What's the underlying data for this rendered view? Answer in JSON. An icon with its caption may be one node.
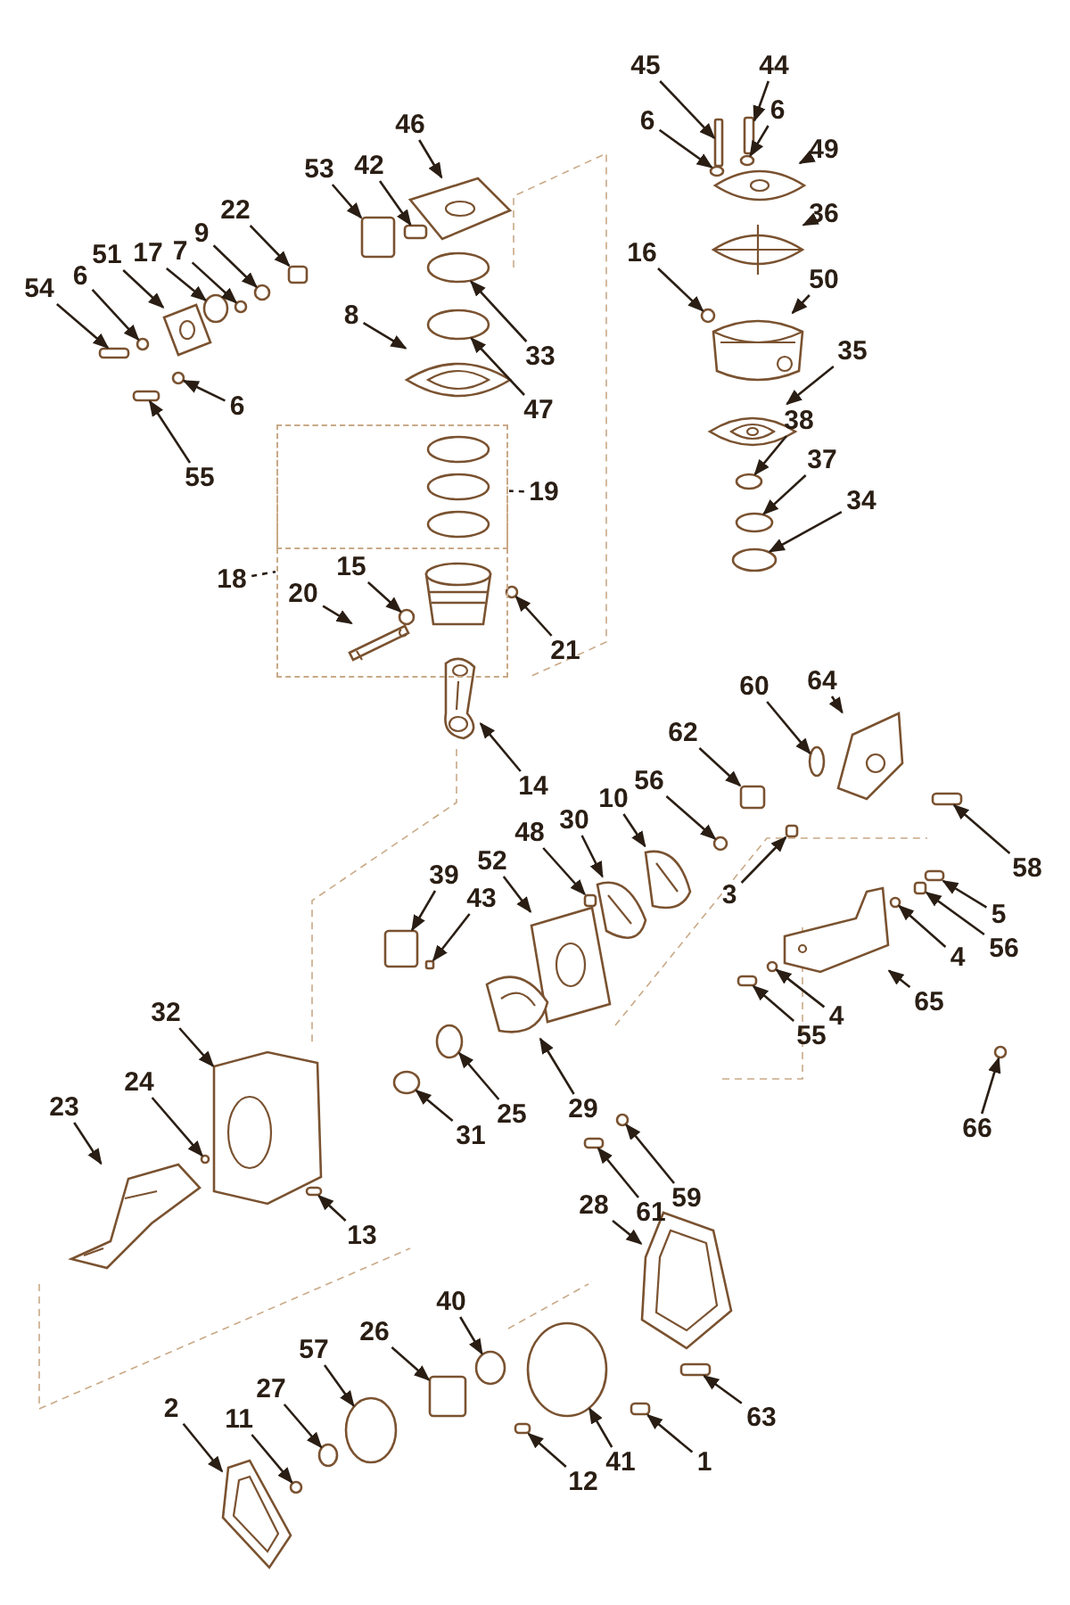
{
  "diagram": {
    "nodes": [
      {
        "text": [
          "45"
        ]
      },
      {
        "text": [
          "44"
        ]
      },
      {
        "text": [
          "6"
        ]
      },
      {
        "text": [
          "6"
        ]
      },
      {
        "text": [
          "46"
        ]
      },
      {
        "text": [
          "49"
        ]
      },
      {
        "text": [
          "53"
        ]
      },
      {
        "text": [
          "42"
        ]
      },
      {
        "text": [
          "36"
        ]
      },
      {
        "text": [
          "22"
        ]
      },
      {
        "text": [
          "9"
        ]
      },
      {
        "text": [
          "16"
        ]
      },
      {
        "text": [
          "7"
        ]
      },
      {
        "text": [
          "17"
        ]
      },
      {
        "text": [
          "51"
        ]
      },
      {
        "text": [
          "6"
        ]
      },
      {
        "text": [
          "54"
        ]
      },
      {
        "text": [
          "50"
        ]
      },
      {
        "text": [
          "8"
        ]
      },
      {
        "text": [
          "33"
        ]
      },
      {
        "text": [
          "35"
        ]
      },
      {
        "text": [
          "6"
        ]
      },
      {
        "text": [
          "47"
        ]
      },
      {
        "text": [
          "38"
        ]
      },
      {
        "text": [
          "37"
        ]
      },
      {
        "text": [
          "55"
        ]
      },
      {
        "text": [
          "19"
        ]
      },
      {
        "text": [
          "34"
        ]
      },
      {
        "text": [
          "15"
        ],
        "in": 98
      },
      {
        "text": [
          "18"
        ]
      },
      {
        "text": [
          "20"
        ],
        "in": 98
      },
      {
        "text": [
          "21"
        ]
      },
      {
        "text": [
          "60"
        ]
      },
      {
        "text": [
          "64"
        ]
      },
      {
        "text": [
          "62"
        ]
      },
      {
        "text": [
          "14"
        ]
      },
      {
        "text": [
          "56"
        ]
      },
      {
        "text": [
          "10"
        ]
      },
      {
        "text": [
          "30"
        ]
      },
      {
        "text": [
          "48"
        ]
      },
      {
        "text": [
          "52"
        ]
      },
      {
        "text": [
          "58"
        ]
      },
      {
        "text": [
          "39"
        ]
      },
      {
        "text": [
          "3"
        ]
      },
      {
        "text": [
          "43"
        ]
      },
      {
        "text": [
          "5"
        ]
      },
      {
        "text": [
          "56"
        ]
      },
      {
        "text": [
          "4"
        ]
      },
      {
        "text": [
          "65"
        ]
      },
      {
        "text": [
          "32"
        ]
      },
      {
        "text": [
          "4"
        ]
      },
      {
        "text": [
          "55"
        ]
      },
      {
        "text": [
          "24"
        ]
      },
      {
        "text": [
          "23"
        ]
      },
      {
        "text": [
          "29"
        ]
      },
      {
        "text": [
          "25"
        ]
      },
      {
        "text": [
          "31"
        ]
      },
      {
        "text": [
          "66"
        ]
      },
      {
        "text": [
          "59"
        ]
      },
      {
        "text": [
          "28"
        ]
      },
      {
        "text": [
          "61"
        ]
      },
      {
        "text": [
          "13"
        ]
      },
      {
        "text": [
          "40"
        ]
      },
      {
        "text": [
          "26"
        ]
      },
      {
        "text": [
          "57"
        ]
      },
      {
        "text": [
          "27"
        ]
      },
      {
        "text": [
          "2"
        ]
      },
      {
        "text": [
          "11"
        ]
      },
      {
        "text": [
          "63"
        ]
      },
      {
        "text": [
          "41"
        ]
      },
      {
        "text": [
          "1"
        ]
      },
      {
        "text": [
          "12"
        ]
      },
      {
        "text": [],
        "shape": "box"
      },
      {
        "text": [],
        "shape": "box"
      },
      {
        "text": [],
        "shape": "circle"
      },
      {
        "text": [],
        "shape": "circle"
      },
      {
        "text": [],
        "shape": "picture"
      },
      {
        "text": [],
        "shape": "picture"
      },
      {
        "text": [],
        "shape": "box"
      },
      {
        "text": [],
        "shape": "box"
      },
      {
        "text": [],
        "shape": "picture"
      },
      {
        "text": [],
        "shape": "box"
      },
      {
        "text": [],
        "shape": "circle"
      },
      {
        "text": [],
        "shape": "circle"
      },
      {
        "text": [],
        "shape": "circle"
      },
      {
        "text": [],
        "shape": "circle"
      },
      {
        "text": [],
        "shape": "picture"
      },
      {
        "text": [],
        "shape": "circle"
      },
      {
        "text": [],
        "shape": "box"
      },
      {
        "text": [],
        "shape": "picture"
      },
      {
        "text": [],
        "shape": "picture"
      },
      {
        "text": [],
        "shape": "circle"
      },
      {
        "text": [],
        "shape": "picture"
      },
      {
        "text": [],
        "shape": "circle"
      },
      {
        "text": [],
        "shape": "circle"
      },
      {
        "text": [],
        "shape": "circle"
      },
      {
        "text": [],
        "shape": "circle"
      },
      {
        "text": [],
        "shape": "box"
      },
      {
        "text": [],
        "shape": "box"
      },
      {
        "text": [],
        "shape": "circle"
      },
      {
        "text": [],
        "shape": "circle",
        "in": 98
      },
      {
        "text": [],
        "shape": "box",
        "in": 98
      },
      {
        "text": [],
        "shape": "picture",
        "in": 98
      },
      {
        "text": [],
        "shape": "circle"
      },
      {
        "text": [],
        "shape": "circle"
      },
      {
        "text": [],
        "shape": "picture"
      },
      {
        "text": [],
        "shape": "box"
      },
      {
        "text": [],
        "shape": "picture"
      },
      {
        "text": [],
        "shape": "circle"
      },
      {
        "text": [],
        "shape": "picture"
      },
      {
        "text": [],
        "shape": "picture"
      },
      {
        "text": [],
        "shape": "box"
      },
      {
        "text": [],
        "shape": "picture"
      },
      {
        "text": [],
        "shape": "box"
      },
      {
        "text": [],
        "shape": "box"
      },
      {
        "text": [],
        "shape": "box"
      },
      {
        "text": [],
        "shape": "box"
      },
      {
        "text": [],
        "shape": "box"
      },
      {
        "text": [],
        "shape": "box"
      },
      {
        "text": [],
        "shape": "circle"
      },
      {
        "text": [],
        "shape": "picture"
      },
      {
        "text": [],
        "shape": "picture"
      },
      {
        "text": [],
        "shape": "circle"
      },
      {
        "text": [],
        "shape": "box"
      },
      {
        "text": [],
        "shape": "circle"
      },
      {
        "text": [],
        "shape": "picture"
      },
      {
        "text": [],
        "shape": "picture"
      },
      {
        "text": [],
        "shape": "circle"
      },
      {
        "text": [],
        "shape": "circle"
      },
      {
        "text": [],
        "shape": "circle"
      },
      {
        "text": [],
        "shape": "circle"
      },
      {
        "text": [],
        "shape": "picture"
      },
      {
        "text": [],
        "shape": "box"
      },
      {
        "text": [],
        "shape": "box"
      },
      {
        "text": [],
        "shape": "circle"
      },
      {
        "text": [],
        "shape": "box"
      },
      {
        "text": [],
        "shape": "circle"
      },
      {
        "text": [],
        "shape": "circle"
      },
      {
        "text": [],
        "shape": "picture"
      },
      {
        "text": [],
        "shape": "circle"
      },
      {
        "text": [],
        "shape": "box"
      },
      {
        "text": [],
        "shape": "circle"
      },
      {
        "text": [],
        "shape": "box"
      },
      {
        "text": [],
        "shape": "box"
      }
    ],
    "edges": [
      {
        "from": 0,
        "to": 72,
        "arrow": "to"
      },
      {
        "from": 1,
        "to": 73,
        "arrow": "to"
      },
      {
        "from": 2,
        "to": 74,
        "arrow": "to"
      },
      {
        "from": 3,
        "to": 75,
        "arrow": "to"
      },
      {
        "from": 4,
        "to": 76,
        "arrow": "to"
      },
      {
        "from": 5,
        "to": 77,
        "arrow": "to"
      },
      {
        "from": 6,
        "to": 78,
        "arrow": "to"
      },
      {
        "from": 7,
        "to": 79,
        "arrow": "to"
      },
      {
        "from": 8,
        "to": 80,
        "arrow": "to"
      },
      {
        "from": 9,
        "to": 81,
        "arrow": "to"
      },
      {
        "from": 10,
        "to": 82,
        "arrow": "to"
      },
      {
        "from": 11,
        "to": 83,
        "arrow": "to"
      },
      {
        "from": 12,
        "to": 84,
        "arrow": "to"
      },
      {
        "from": 13,
        "to": 85,
        "arrow": "to"
      },
      {
        "from": 14,
        "to": 86,
        "arrow": "to"
      },
      {
        "from": 15,
        "to": 87,
        "arrow": "to"
      },
      {
        "from": 16,
        "to": 88,
        "arrow": "to"
      },
      {
        "from": 17,
        "to": 89,
        "arrow": "to"
      },
      {
        "from": 18,
        "to": 90,
        "arrow": "to"
      },
      {
        "from": 19,
        "to": 91,
        "arrow": "to"
      },
      {
        "from": 20,
        "to": 92,
        "arrow": "to"
      },
      {
        "from": 21,
        "to": 93,
        "arrow": "to"
      },
      {
        "from": 22,
        "to": 94,
        "arrow": "to"
      },
      {
        "from": 23,
        "to": 95,
        "arrow": "to"
      },
      {
        "from": 24,
        "to": 96,
        "arrow": "to"
      },
      {
        "from": 25,
        "to": 97,
        "arrow": "to"
      },
      {
        "from": 26,
        "to": 101,
        "arrow": "none",
        "style": "dashed"
      },
      {
        "from": 27,
        "to": 99,
        "arrow": "to"
      },
      {
        "from": 28,
        "to": 100,
        "arrow": "to"
      },
      {
        "from": 29,
        "to": 98,
        "arrow": "none",
        "style": "dashed"
      },
      {
        "from": 30,
        "to": 102,
        "arrow": "to"
      },
      {
        "from": 31,
        "to": 103,
        "arrow": "to"
      },
      {
        "from": 32,
        "to": 104,
        "arrow": "to"
      },
      {
        "from": 33,
        "to": 105,
        "arrow": "to"
      },
      {
        "from": 34,
        "to": 106,
        "arrow": "to"
      },
      {
        "from": 35,
        "to": 107,
        "arrow": "to"
      },
      {
        "from": 36,
        "to": 108,
        "arrow": "to"
      },
      {
        "from": 37,
        "to": 109,
        "arrow": "to"
      },
      {
        "from": 38,
        "to": 110,
        "arrow": "to"
      },
      {
        "from": 39,
        "to": 111,
        "arrow": "to"
      },
      {
        "from": 40,
        "to": 112,
        "arrow": "to"
      },
      {
        "from": 41,
        "to": 113,
        "arrow": "to"
      },
      {
        "from": 42,
        "to": 114,
        "arrow": "to"
      },
      {
        "from": 43,
        "to": 115,
        "arrow": "to"
      },
      {
        "from": 44,
        "to": 116,
        "arrow": "to"
      },
      {
        "from": 45,
        "to": 117,
        "arrow": "to"
      },
      {
        "from": 46,
        "to": 118,
        "arrow": "to"
      },
      {
        "from": 47,
        "to": 119,
        "arrow": "to"
      },
      {
        "from": 48,
        "to": 120,
        "arrow": "to"
      },
      {
        "from": 49,
        "to": 121,
        "arrow": "to"
      },
      {
        "from": 50,
        "to": 122,
        "arrow": "to"
      },
      {
        "from": 51,
        "to": 123,
        "arrow": "to"
      },
      {
        "from": 52,
        "to": 124,
        "arrow": "to"
      },
      {
        "from": 53,
        "to": 125,
        "arrow": "to"
      },
      {
        "from": 54,
        "to": 126,
        "arrow": "to"
      },
      {
        "from": 55,
        "to": 127,
        "arrow": "to"
      },
      {
        "from": 56,
        "to": 128,
        "arrow": "to"
      },
      {
        "from": 57,
        "to": 129,
        "arrow": "to"
      },
      {
        "from": 58,
        "to": 130,
        "arrow": "to"
      },
      {
        "from": 59,
        "to": 131,
        "arrow": "to"
      },
      {
        "from": 60,
        "to": 132,
        "arrow": "to"
      },
      {
        "from": 61,
        "to": 133,
        "arrow": "to"
      },
      {
        "from": 62,
        "to": 134,
        "arrow": "to"
      },
      {
        "from": 63,
        "to": 135,
        "arrow": "to"
      },
      {
        "from": 64,
        "to": 136,
        "arrow": "to"
      },
      {
        "from": 65,
        "to": 137,
        "arrow": "to"
      },
      {
        "from": 66,
        "to": 138,
        "arrow": "to"
      },
      {
        "from": 67,
        "to": 139,
        "arrow": "to"
      },
      {
        "from": 68,
        "to": 140,
        "arrow": "to"
      },
      {
        "from": 69,
        "to": 141,
        "arrow": "to"
      },
      {
        "from": 70,
        "to": 142,
        "arrow": "to"
      },
      {
        "from": 71,
        "to": 143,
        "arrow": "to"
      }
    ]
  }
}
